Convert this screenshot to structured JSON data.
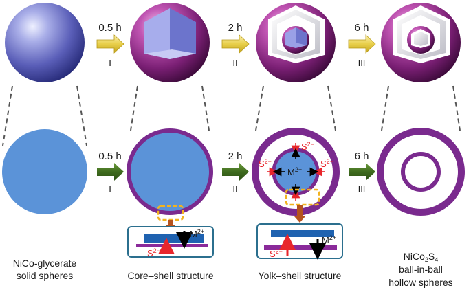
{
  "steps": [
    {
      "time": "0.5 h",
      "roman": "I"
    },
    {
      "time": "2 h",
      "roman": "II"
    },
    {
      "time": "6 h",
      "roman": "III"
    }
  ],
  "ions": {
    "s2": "S",
    "s2_sup": "2−",
    "m2": "M",
    "m2_sup": "2+"
  },
  "captions": {
    "solid_line1": "NiCo-glycerate",
    "solid_line2": "solid spheres",
    "core_shell": "Core–shell structure",
    "yolk_shell": "Yolk–shell structure",
    "final_line1_a": "NiCo",
    "final_line1_sub1": "2",
    "final_line1_b": "S",
    "final_line1_sub2": "4",
    "final_line2": "ball-in-ball",
    "final_line3": "hollow spheres"
  },
  "colors": {
    "blue_core": "#5b93d8",
    "purple_shell": "#7a2a8e",
    "arrow_yellow": "#e8cf4a",
    "arrow_green": "#3e6b1e",
    "red": "#e8262b",
    "dash_orange": "#f2b31f",
    "brown": "#b6531e",
    "teal_box": "#2b6f8e",
    "bar_blue": "#1f62b0",
    "bar_purple": "#8a2a9a"
  }
}
